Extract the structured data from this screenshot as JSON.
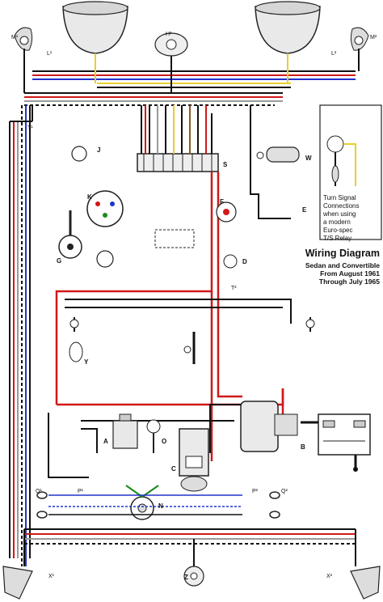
{
  "title": {
    "main": "Wiring Diagram",
    "line1": "Sedan and Convertible",
    "line2": "From August 1961",
    "line3": "Through July 1965"
  },
  "inset": {
    "caption_lines": [
      "Turn Signal",
      "Connections",
      "when using",
      "a modern",
      "Euro-spec",
      "T/S Relay"
    ]
  },
  "component_letters": {
    "L1": "L¹",
    "L2": "L²",
    "M1": "M¹",
    "M2": "M²",
    "H2": "H²",
    "W": "W",
    "E": "E",
    "F": "F",
    "S": "S",
    "J": "J",
    "K": "K",
    "D": "D",
    "O": "O",
    "N": "N",
    "C": "C",
    "A": "A",
    "B": "B",
    "G": "G",
    "Y": "Y",
    "Z": "Z",
    "X1": "X¹",
    "X2": "X²",
    "Q1": "Q¹",
    "Q2": "Q²",
    "P1": "P¹",
    "P2": "P²",
    "T1": "T¹",
    "T2": "T²"
  },
  "wire_colors": {
    "red": "#d01818",
    "black": "#111111",
    "blue": "#2233cc",
    "green": "#1a8a1a",
    "yellow": "#e8cf2a",
    "brown": "#8a5a2a",
    "grey": "#9a9a9a",
    "white": "#ffffff",
    "dashed": "#555555"
  }
}
